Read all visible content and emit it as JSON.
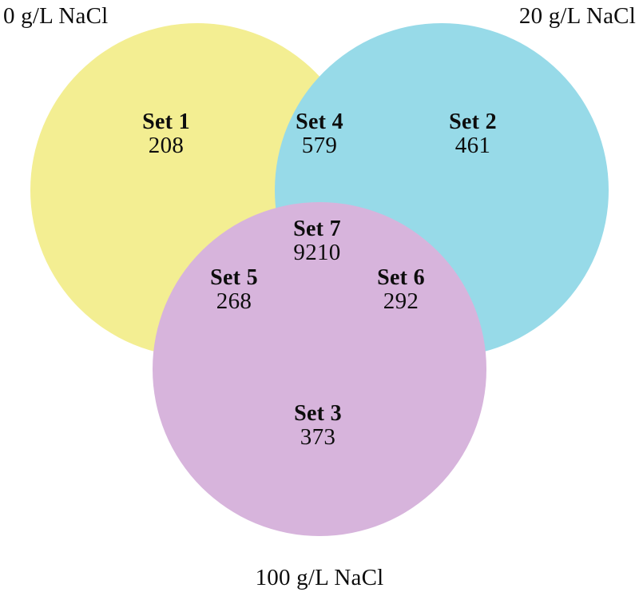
{
  "figure": {
    "type": "venn-diagram",
    "sets": 3,
    "background": "#ffffff"
  },
  "outer_labels": {
    "left": "0 g/L NaCl",
    "right": "20 g/L NaCl",
    "bottom": "100 g/L NaCl"
  },
  "chart_data": {
    "type": "venn",
    "title": "",
    "set_names": [
      "0 g/L NaCl",
      "20 g/L NaCl",
      "100 g/L NaCl"
    ],
    "regions": [
      {
        "id": "set1",
        "name": "Set 1",
        "value": "208",
        "count": 208,
        "members": [
          "0 g/L NaCl"
        ],
        "color": "#F3EE92"
      },
      {
        "id": "set2",
        "name": "Set 2",
        "value": "461",
        "count": 461,
        "members": [
          "20 g/L NaCl"
        ],
        "color": "#97DAE8"
      },
      {
        "id": "set3",
        "name": "Set 3",
        "value": "373",
        "count": 373,
        "members": [
          "100 g/L NaCl"
        ],
        "color": "#D7B4DC"
      },
      {
        "id": "set4",
        "name": "Set 4",
        "value": "579",
        "count": 579,
        "members": [
          "0 g/L NaCl",
          "20 g/L NaCl"
        ],
        "color": "#90CFA5"
      },
      {
        "id": "set5",
        "name": "Set 5",
        "value": "268",
        "count": 268,
        "members": [
          "0 g/L NaCl",
          "100 g/L NaCl"
        ],
        "color": "#E8B0C4"
      },
      {
        "id": "set6",
        "name": "Set 6",
        "value": "292",
        "count": 292,
        "members": [
          "20 g/L NaCl",
          "100 g/L NaCl"
        ],
        "color": "#AEAFDC"
      },
      {
        "id": "set7",
        "name": "Set 7",
        "value": "9210",
        "count": 9210,
        "members": [
          "0 g/L NaCl",
          "20 g/L NaCl",
          "100 g/L NaCl"
        ],
        "color": "#B3AEDE"
      }
    ],
    "colors": {
      "circle_top_left": "#F3EE92",
      "circle_top_right": "#97DAE8",
      "circle_bottom": "#D7B4DC",
      "overlap_top": "#90CFA5",
      "overlap_left": "#E8B0C4",
      "overlap_right": "#AEAFDC",
      "overlap_center": "#B3AEDE"
    }
  }
}
